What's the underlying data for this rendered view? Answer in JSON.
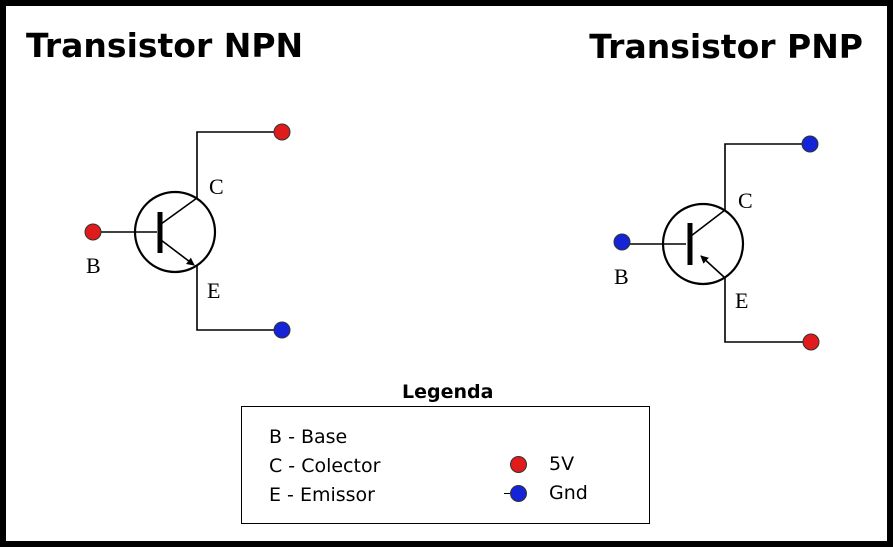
{
  "npn": {
    "title": "Transistor NPN",
    "labels": {
      "base": "B",
      "collector": "C",
      "emitter": "E"
    }
  },
  "pnp": {
    "title": "Transistor PNP",
    "labels": {
      "base": "B",
      "collector": "C",
      "emitter": "E"
    }
  },
  "legend": {
    "title": "Legenda",
    "items": [
      "B - Base",
      "C - Colector",
      "E - Emissor"
    ],
    "swatches": [
      {
        "label": "5V",
        "color": "#e01b1b"
      },
      {
        "label": "Gnd",
        "color": "#1424d6"
      }
    ]
  },
  "colors": {
    "v5": "#e01b1b",
    "gnd": "#1424d6"
  }
}
